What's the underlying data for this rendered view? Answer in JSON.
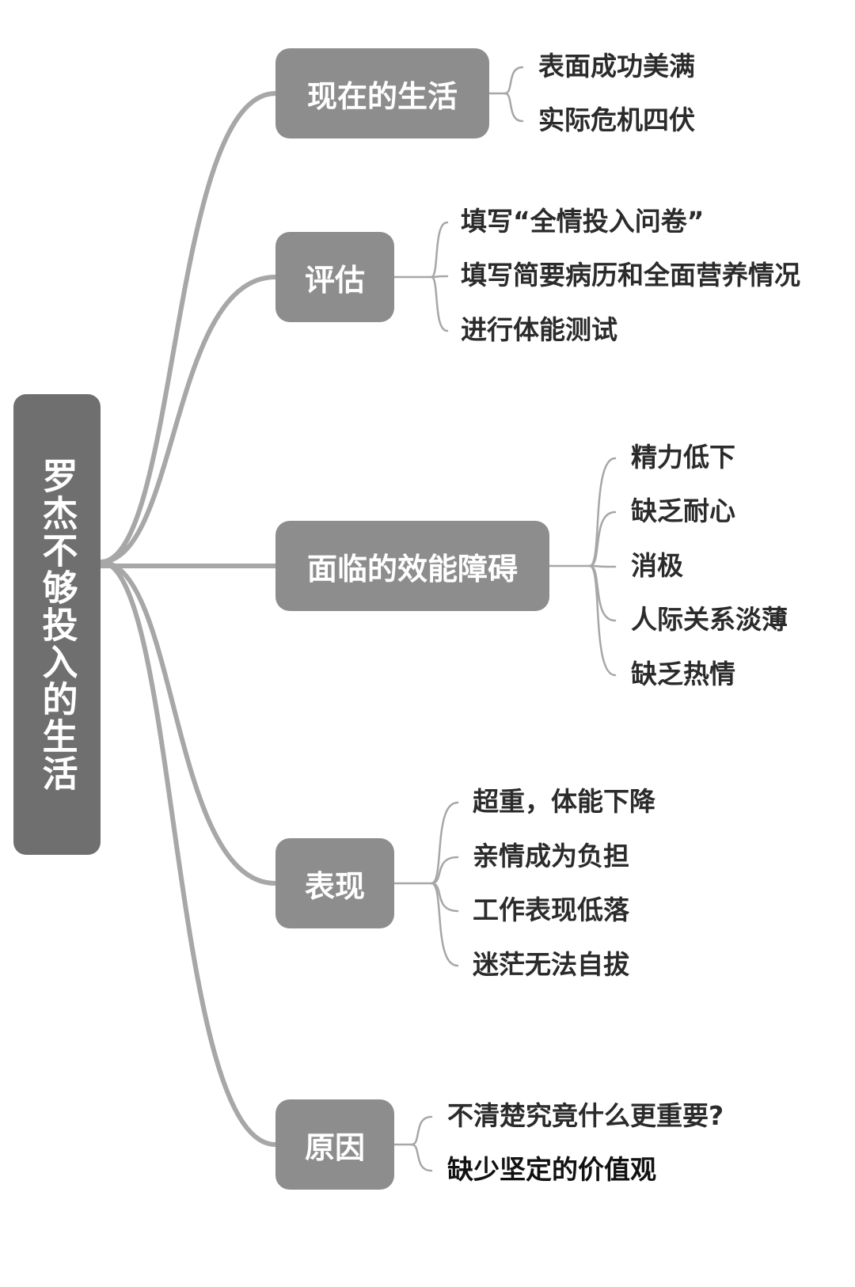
{
  "root": {
    "title": "罗杰不够投入的生活"
  },
  "branches": [
    {
      "label": "现在的生活",
      "items": [
        "表面成功美满",
        "实际危机四伏"
      ]
    },
    {
      "label": "评估",
      "items": [
        "填写“全情投入问卷”",
        "填写简要病历和全面营养情况",
        "进行体能测试"
      ]
    },
    {
      "label": "面临的效能障碍",
      "items": [
        "精力低下",
        "缺乏耐心",
        "消极",
        "人际关系淡薄",
        "缺乏热情"
      ]
    },
    {
      "label": "表现",
      "items": [
        "超重，体能下降",
        "亲情成为负担",
        "工作表现低落",
        "迷茫无法自拔"
      ]
    },
    {
      "label": "原因",
      "items": [
        "不清楚究竟什么更重要?",
        "缺少坚定的价值观"
      ]
    }
  ],
  "colors": {
    "root_fill": "#6f6f6f",
    "branch_fill": "#8d8d8d",
    "connector": "#a7a7a7",
    "text": "#2b2b2b"
  }
}
